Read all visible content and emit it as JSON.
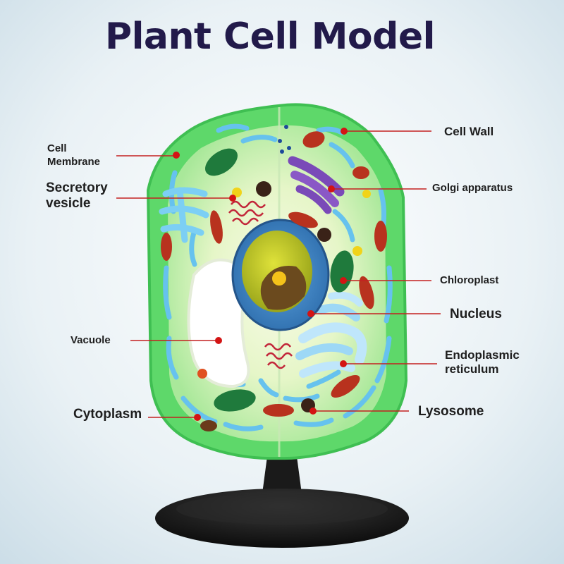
{
  "title": "Plant Cell Model",
  "colors": {
    "background": "#dbe8ef",
    "title": "#221a4a",
    "cell_green": "#5ed86a",
    "leader_line": "#c42020",
    "pointer_dot": "#d31414"
  },
  "labels": {
    "cell_membrane": [
      "Cell",
      "Membrane"
    ],
    "secretory_vesicle": [
      "Secretory",
      "vesicle"
    ],
    "vacuole": "Vacuole",
    "cytoplasm": "Cytoplasm",
    "cell_wall": "Cell Wall",
    "golgi_apparatus": "Golgi apparatus",
    "chloroplast": "Chloroplast",
    "nucleus": "Nucleus",
    "endoplasmic_reticulum": [
      "Endoplasmic",
      "reticulum"
    ],
    "lysosome": "Lysosome"
  }
}
